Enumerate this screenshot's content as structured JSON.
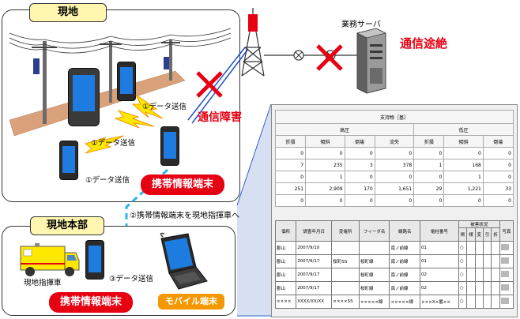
{
  "site": {
    "label": "現地"
  },
  "hq": {
    "label": "現地本部"
  },
  "server": {
    "label": "業務サーバ"
  },
  "failure": {
    "comm_cut": "通信途絶",
    "comm_fault": "通信障害"
  },
  "transmit": {
    "t1": "①データ送信",
    "t2": "①データ送信",
    "t3": "①データ送信",
    "t3b": "③データ送信",
    "t2b": "②携帯情報端末を現地指揮車へ"
  },
  "device": {
    "mobile_terminal_site": "携帯情報端末",
    "mobile_terminal_hq": "携帯情報端末",
    "mobile_pc": "モバイル端末",
    "command_vehicle": "現地指揮車"
  },
  "colors": {
    "red": "#e60012",
    "orange": "#f39800",
    "cyan": "#29b6e8",
    "yellow": "#ffe800"
  },
  "table1": {
    "title": "支持物［基］",
    "group_high": "高圧",
    "group_low": "低圧",
    "headers": [
      "折損",
      "傾斜",
      "倒壊",
      "流失",
      "折損",
      "傾斜",
      "倒壊"
    ],
    "rows": [
      [
        "0",
        "0",
        "0",
        "0",
        "0",
        "0",
        "0"
      ],
      [
        "7",
        "235",
        "3",
        "378",
        "1",
        "168",
        "0"
      ],
      [
        "0",
        "1",
        "0",
        "0",
        "0",
        "1",
        "0"
      ],
      [
        "251",
        "2,909",
        "170",
        "1,651",
        "29",
        "1,221",
        "33"
      ],
      [
        "0",
        "0",
        "0",
        "0",
        "0",
        "0",
        "0"
      ]
    ]
  },
  "table2": {
    "headers": [
      "個所",
      "調査年月日",
      "変電所",
      "フィーダ名",
      "線路名",
      "電柱番号",
      "被害状況",
      "写真"
    ],
    "damage_sub": [
      "倒",
      "傾",
      "変",
      "引",
      "折"
    ],
    "rows": [
      [
        "郡山",
        "2007/9/10",
        "",
        "",
        "南ノ前線",
        "01",
        "○"
      ],
      [
        "郡山",
        "2007/9/17",
        "桜町SS",
        "桜町線",
        "南ノ前線",
        "01",
        "○"
      ],
      [
        "郡山",
        "2007/9/17",
        "",
        "桜町線",
        "南ノ前線",
        "02",
        "○"
      ],
      [
        "郡山",
        "2007/9/17",
        "",
        "桜町線",
        "南ノ前線",
        "02",
        "○"
      ],
      [
        "××××",
        "XXXX/XX/XX",
        "××××SS",
        "×××××線",
        "×××××線",
        "×××X×番××",
        "○"
      ]
    ]
  }
}
